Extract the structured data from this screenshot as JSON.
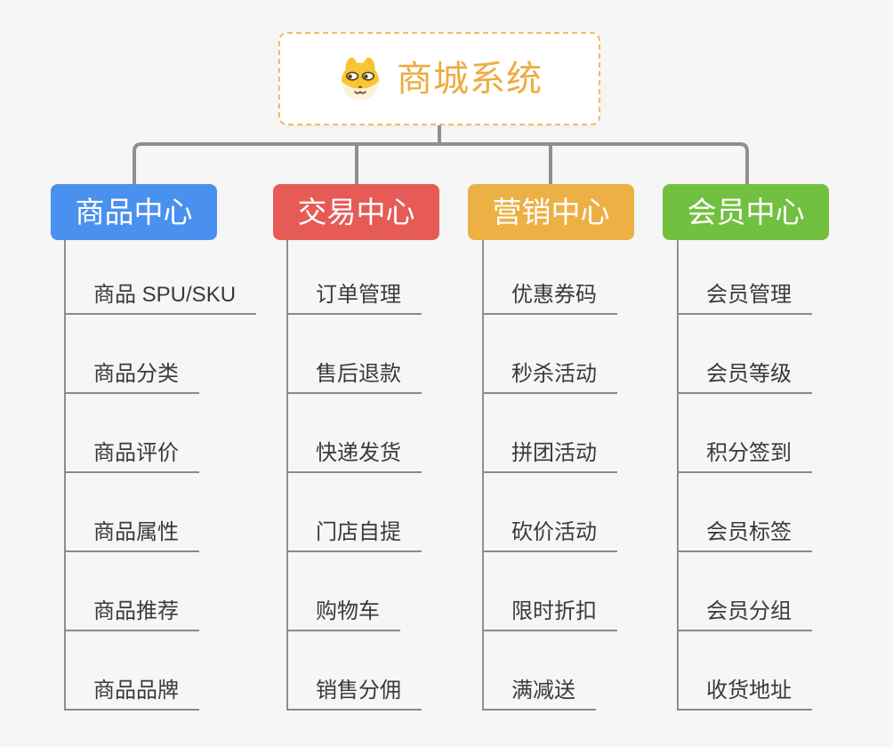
{
  "canvas": {
    "background": "#F6F6F6",
    "connector_color": "#8F8F8F",
    "underline_color": "#8A8A8A",
    "text_color": "#3A3A3A"
  },
  "root": {
    "title": "商城系统",
    "icon": "doge-dog-icon",
    "title_color": "#ECAC40",
    "border_color": "#F1BC63",
    "background": "#FFFFFF"
  },
  "branches": [
    {
      "label": "商品中心",
      "color": "#4A90EE",
      "children": [
        "商品 SPU/SKU",
        "商品分类",
        "商品评价",
        "商品属性",
        "商品推荐",
        "商品品牌"
      ]
    },
    {
      "label": "交易中心",
      "color": "#E65B56",
      "children": [
        "订单管理",
        "售后退款",
        "快递发货",
        "门店自提",
        "购物车",
        "销售分佣"
      ]
    },
    {
      "label": "营销中心",
      "color": "#ECB044",
      "children": [
        "优惠券码",
        "秒杀活动",
        "拼团活动",
        "砍价活动",
        "限时折扣",
        "满减送"
      ]
    },
    {
      "label": "会员中心",
      "color": "#72C040",
      "children": [
        "会员管理",
        "会员等级",
        "积分签到",
        "会员标签",
        "会员分组",
        "收货地址"
      ]
    }
  ]
}
